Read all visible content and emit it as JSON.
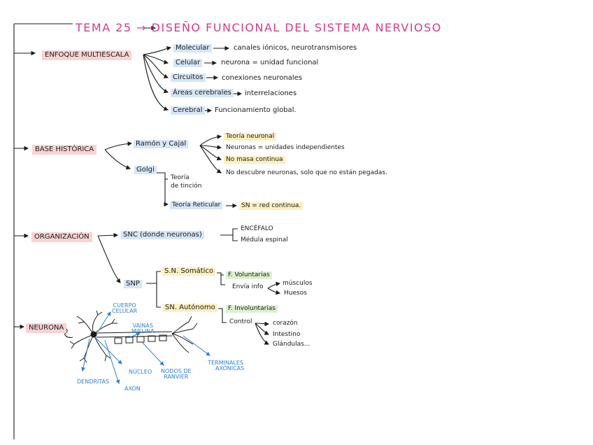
{
  "title": "TEMA 25 → DISEÑO FUNCIONAL DEL SISTEMA NERVIOSO",
  "colors": {
    "title": "#d63a8a",
    "red_hl": "#f9d3d3",
    "blue_hl": "#d6e6f7",
    "yellow_hl": "#fbefc2",
    "green_hl": "#ddf0cf",
    "anatomy": "#2f7fd6"
  },
  "enfoque": {
    "label": "ENFOQUE MULTIESCALA",
    "items": [
      {
        "name": "Molecular",
        "desc": "canales iónicos, neurotransmisores"
      },
      {
        "name": "Celular",
        "desc": "neurona = unidad funcional"
      },
      {
        "name": "Circuitos",
        "desc": "conexiones neuronales"
      },
      {
        "name": "Áreas cerebrales",
        "desc": "interrelaciones"
      },
      {
        "name": "Cerebral",
        "desc": "Funcionamiento global."
      }
    ]
  },
  "base": {
    "label": "BASE HISTÓRICA",
    "ramon": "Ramón y Cajal",
    "ramon_items": [
      "Teoría neuronal",
      "Neuronas = unidades independientes",
      "No masa continua",
      "No descubre neuronas, solo que no están pegadas."
    ],
    "golgi": "Golgi",
    "golgi_tincion_1": "Teoría",
    "golgi_tincion_2": "de tinción",
    "golgi_reticular": "Teoría Reticular",
    "golgi_reticular_desc": "SN = red continua."
  },
  "organizacion": {
    "label": "ORGANIZACIÓN",
    "snc": "SNC (donde neuronas)",
    "snc_items": [
      "ENCÉFALO",
      "Médula espinal"
    ],
    "snp": "SNP",
    "somatico": "S.N. Somático",
    "somatico_f": "F. Voluntarias",
    "envia": "Envía info",
    "envia_items": [
      "músculos",
      "Huesos"
    ],
    "autonomo": "SN. Autónomo",
    "autonomo_f": "F. Involuntarias",
    "control": "Control",
    "control_items": [
      "corazón",
      "Intestino",
      "Glándulas..."
    ]
  },
  "neurona": {
    "label": "NEURONA",
    "parts": {
      "cuerpo_1": "CUERPO",
      "cuerpo_2": "CELULAR",
      "vainas_1": "VAINAS",
      "vainas_2": "MIELINA",
      "nucleo": "NÚCLEO",
      "nodos_1": "NODOS DE",
      "nodos_2": "RANVIER",
      "terminales_1": "TERMINALES",
      "terminales_2": "AXÓNICAS",
      "dendritas": "DENDRITAS",
      "axon": "AXÓN"
    }
  }
}
